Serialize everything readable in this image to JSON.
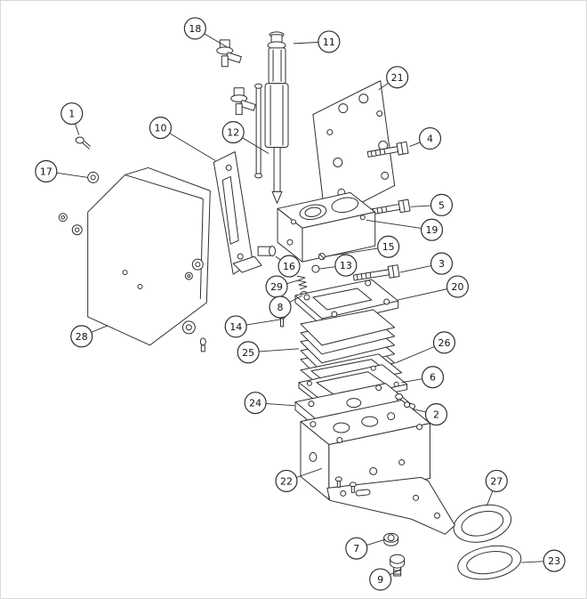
{
  "window": {
    "background": "#ffffff",
    "line_color": "#2f2f2f"
  },
  "diagram": {
    "type": "exploded-parts-diagram",
    "description": "Exploded isometric parts diagram of a pump assembly with numbered callout balloons",
    "callouts": [
      {
        "label": "18"
      },
      {
        "label": "11"
      },
      {
        "label": "21"
      },
      {
        "label": "1"
      },
      {
        "label": "10"
      },
      {
        "label": "12"
      },
      {
        "label": "4"
      },
      {
        "label": "17"
      },
      {
        "label": "5"
      },
      {
        "label": "19"
      },
      {
        "label": "15"
      },
      {
        "label": "16"
      },
      {
        "label": "13"
      },
      {
        "label": "3"
      },
      {
        "label": "29"
      },
      {
        "label": "20"
      },
      {
        "label": "8"
      },
      {
        "label": "14"
      },
      {
        "label": "28"
      },
      {
        "label": "25"
      },
      {
        "label": "26"
      },
      {
        "label": "6"
      },
      {
        "label": "24"
      },
      {
        "label": "2"
      },
      {
        "label": "22"
      },
      {
        "label": "27"
      },
      {
        "label": "7"
      },
      {
        "label": "23"
      },
      {
        "label": "9"
      }
    ]
  }
}
